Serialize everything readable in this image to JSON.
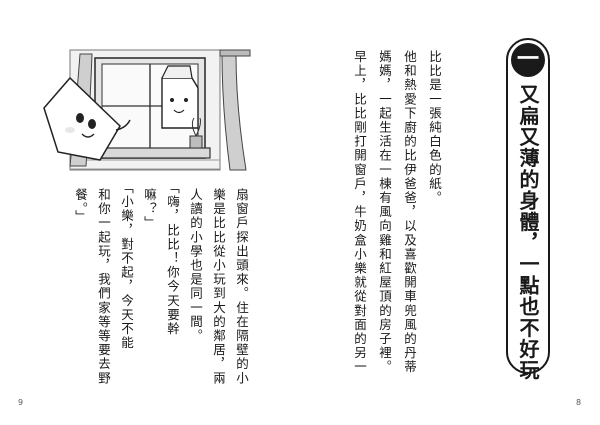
{
  "left_page": {
    "page_number": "9",
    "columns": [
      "扇窗戶探出頭來。住在隔壁的小",
      "樂是比比從小玩到大的鄰居，兩",
      "人讀的小學也是同一間。",
      "「嗨，比比！你今天要幹",
      "嘛？」",
      "「小樂，對不起，今天不能",
      "和你一起玩，我們家等等要去野",
      "餐。」"
    ]
  },
  "right_page": {
    "page_number": "8",
    "chapter_number": "一",
    "chapter_title": "又扁又薄的身體，一點也不好玩",
    "columns": [
      "比比是一張純白色的紙。",
      "他和熱愛下廚的比伊爸爸，以及喜歡開車兜風的丹蒂",
      "媽媽，一起生活在一棟有風向雞和紅屋頂的房子裡。",
      "早上，比比剛打開窗戶，牛奶盒小樂就從對面的另一"
    ]
  }
}
